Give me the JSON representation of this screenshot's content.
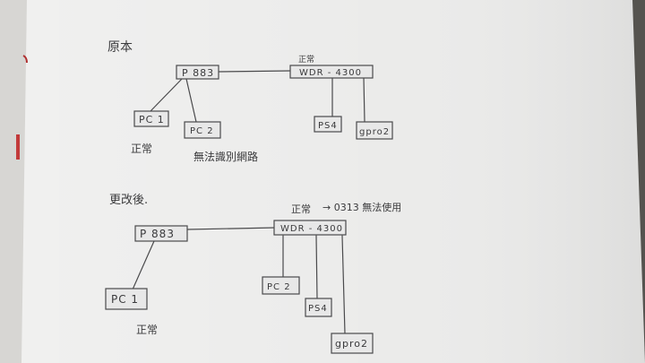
{
  "colors": {
    "paper": "#ececeb",
    "desk": "#5a5853",
    "ink": "#3a3a3c"
  },
  "before": {
    "heading": "原本",
    "router_label": "P 883",
    "router_status": "正常",
    "modem_label": "WDR - 4300",
    "pc1_label": "PC 1",
    "pc2_label": "PC 2",
    "ps4_label": "PS4",
    "gpro2_label": "gpro2",
    "pc_status": "正常",
    "issue_note": "無法識別網路"
  },
  "after": {
    "heading": "更改後.",
    "router_label": "P 883",
    "modem_label": "WDR - 4300",
    "modem_status": "正常",
    "modem_note": "→ 0313 無法使用",
    "pc1_label": "PC 1",
    "pc2_label": "PC 2",
    "ps4_label": "PS4",
    "gpro2_label": "gpro2",
    "pc1_status": "正常"
  }
}
